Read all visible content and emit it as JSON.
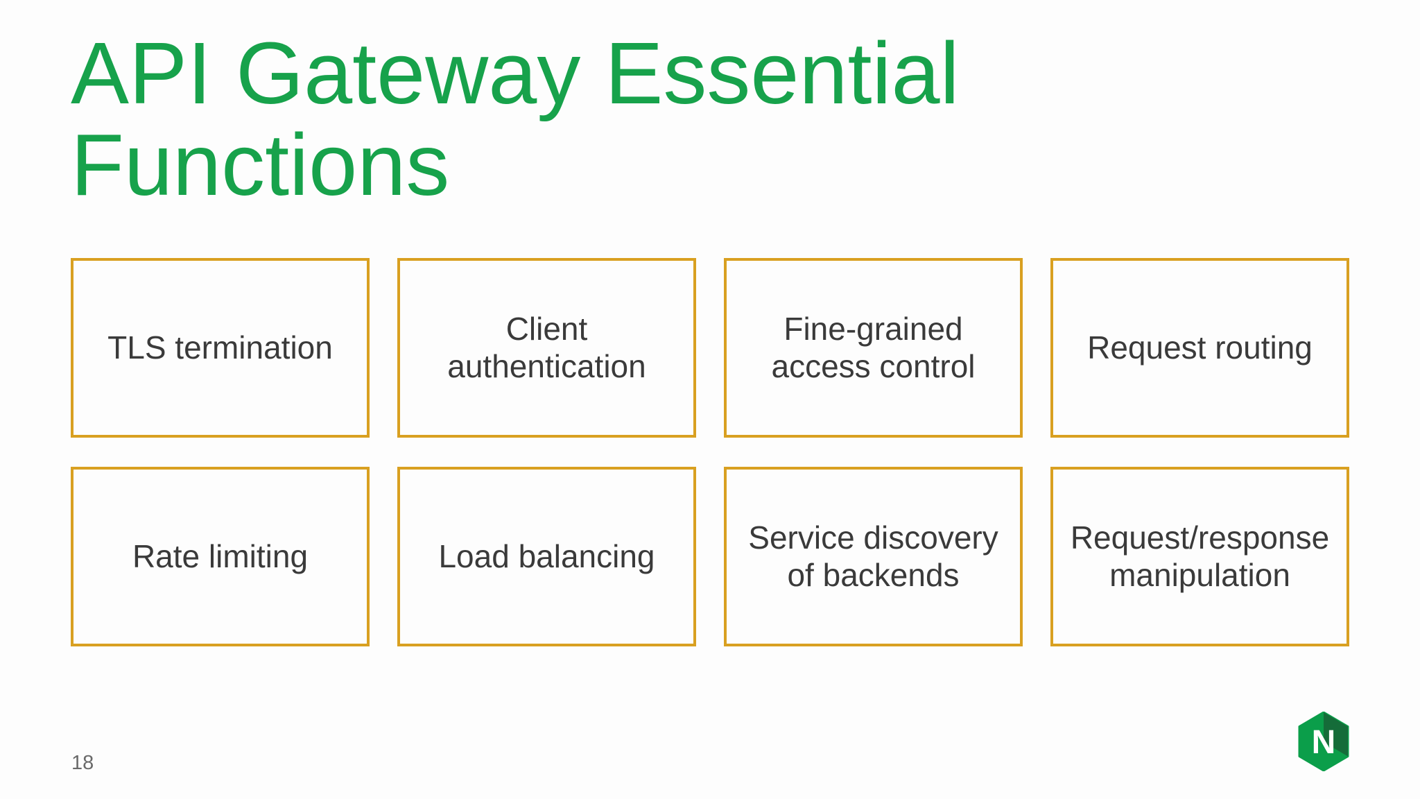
{
  "title": "API Gateway Essential Functions",
  "page_number": "18",
  "boxes": [
    {
      "label": "TLS termination"
    },
    {
      "label": "Client authentication"
    },
    {
      "label": "Fine-grained access control"
    },
    {
      "label": "Request routing"
    },
    {
      "label": "Rate limiting"
    },
    {
      "label": "Load balancing"
    },
    {
      "label": "Service discovery of backends"
    },
    {
      "label": "Request/response manipulation"
    }
  ],
  "logo": {
    "letter": "N"
  },
  "colors": {
    "title_green": "#17A24B",
    "box_border_gold": "#D9A021",
    "box_text": "#3A3A3A",
    "page_number_gray": "#6A6A6A",
    "logo_green": "#0B9E4A",
    "logo_green_dark": "#156C39",
    "background": "#FDFDFD"
  }
}
